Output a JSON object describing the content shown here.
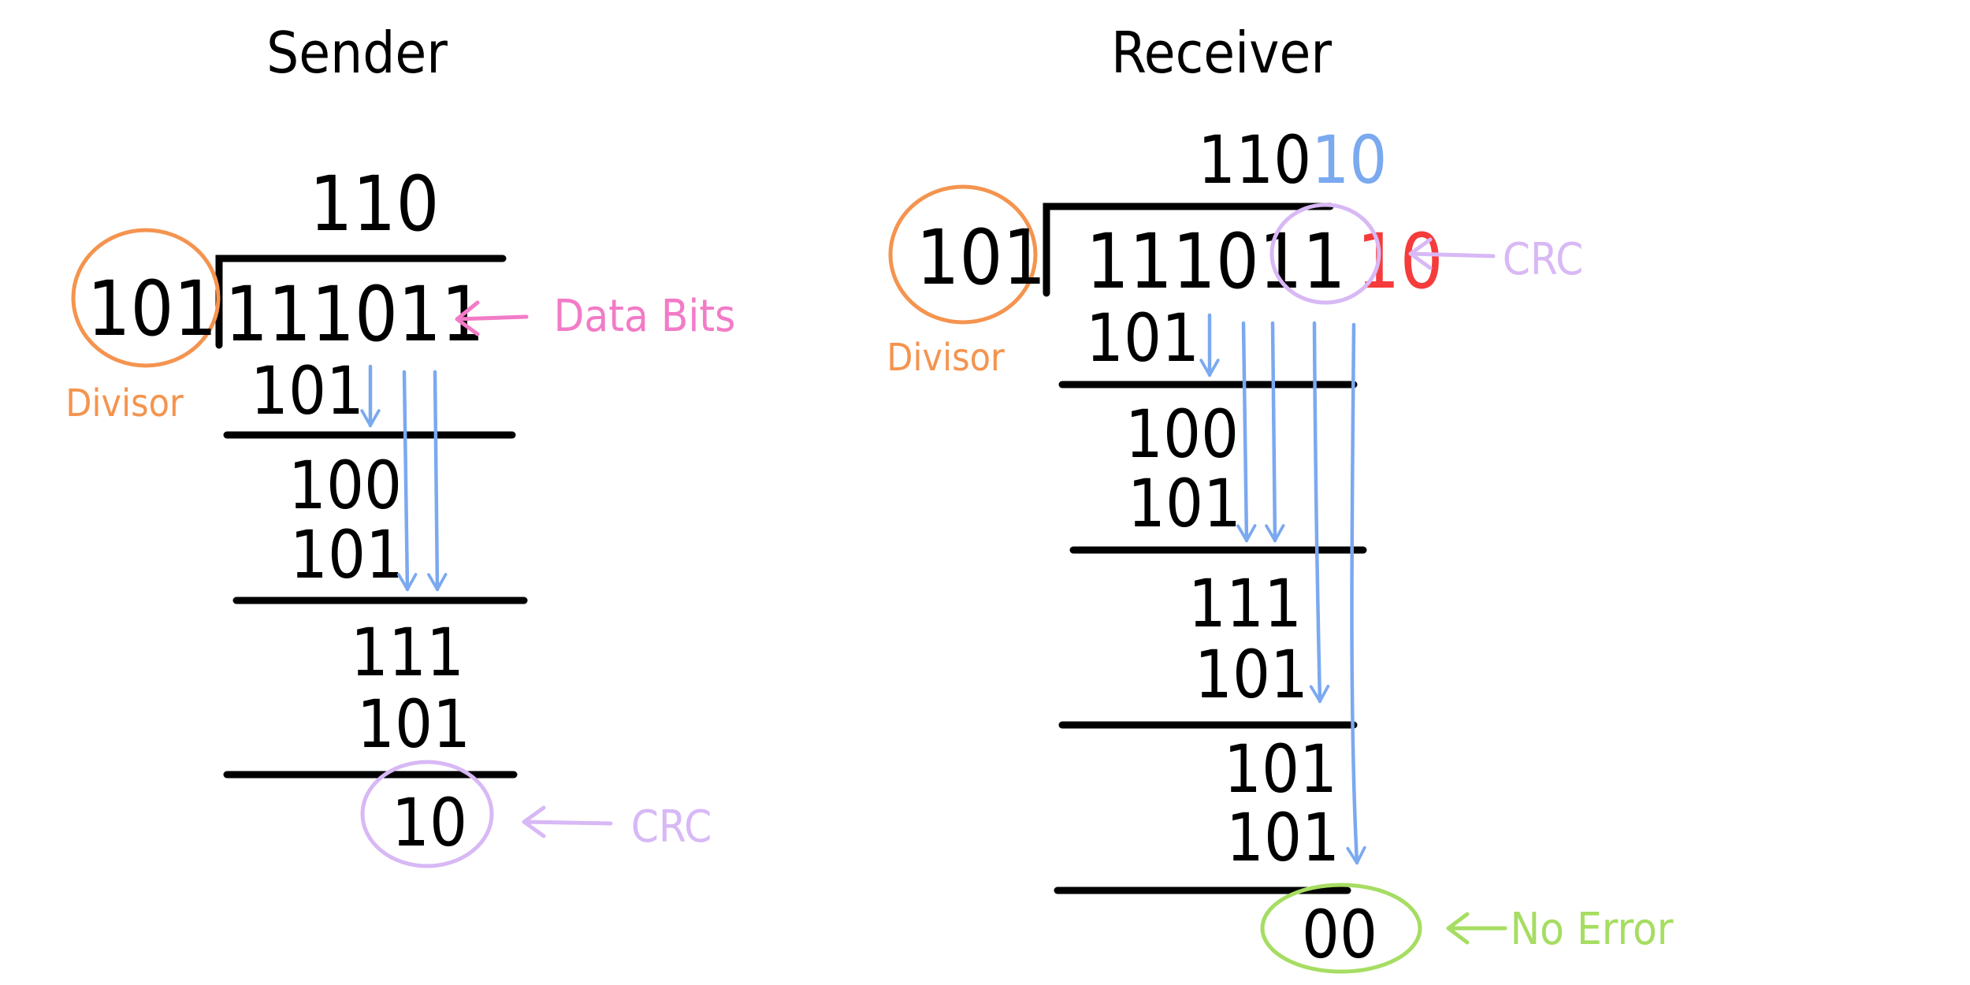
{
  "colors": {
    "ink": "#000000",
    "flow_arrow": "#7ba9f0",
    "divisor": "#f4944f",
    "data_bits": "#f27bc7",
    "crc": "#d8b8f5",
    "no_error": "#a6dd62",
    "appended_crc": "#f53b3b"
  },
  "sender": {
    "title": "Sender",
    "quotient": "110",
    "divisor": "101",
    "dividend": "111011",
    "divisor_label": "Divisor",
    "steps": [
      {
        "subtract": "101"
      },
      {
        "result": "100",
        "subtract": "101"
      },
      {
        "result": "111",
        "subtract": "101"
      }
    ],
    "remainder": "10",
    "data_bits_label": "Data Bits",
    "crc_label": "CRC"
  },
  "receiver": {
    "title": "Receiver",
    "quotient_main": "110",
    "quotient_tail": "10",
    "divisor": "101",
    "dividend_main": "111011",
    "dividend_tail": "10",
    "divisor_label": "Divisor",
    "crc_label": "CRC",
    "steps": [
      {
        "subtract": "101"
      },
      {
        "result": "100",
        "subtract": "101"
      },
      {
        "result": "111",
        "subtract": "101"
      },
      {
        "result": "101",
        "subtract": "101"
      }
    ],
    "remainder": "00",
    "no_error_label": "No Error"
  }
}
